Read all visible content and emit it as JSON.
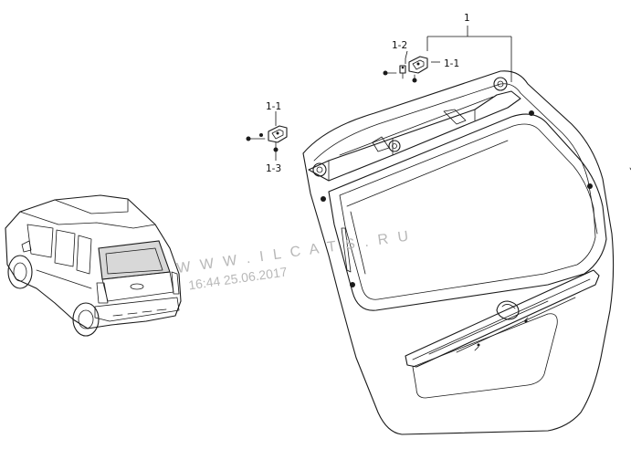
{
  "callouts": {
    "assembly": "1",
    "hinge_right": "1-1",
    "bolt": "1-2",
    "hinge_left": "1-1",
    "screw": "1-3"
  },
  "watermark": {
    "site": "W W W . I L C A T S . R U",
    "timestamp": "16:44 25.06.2017"
  }
}
